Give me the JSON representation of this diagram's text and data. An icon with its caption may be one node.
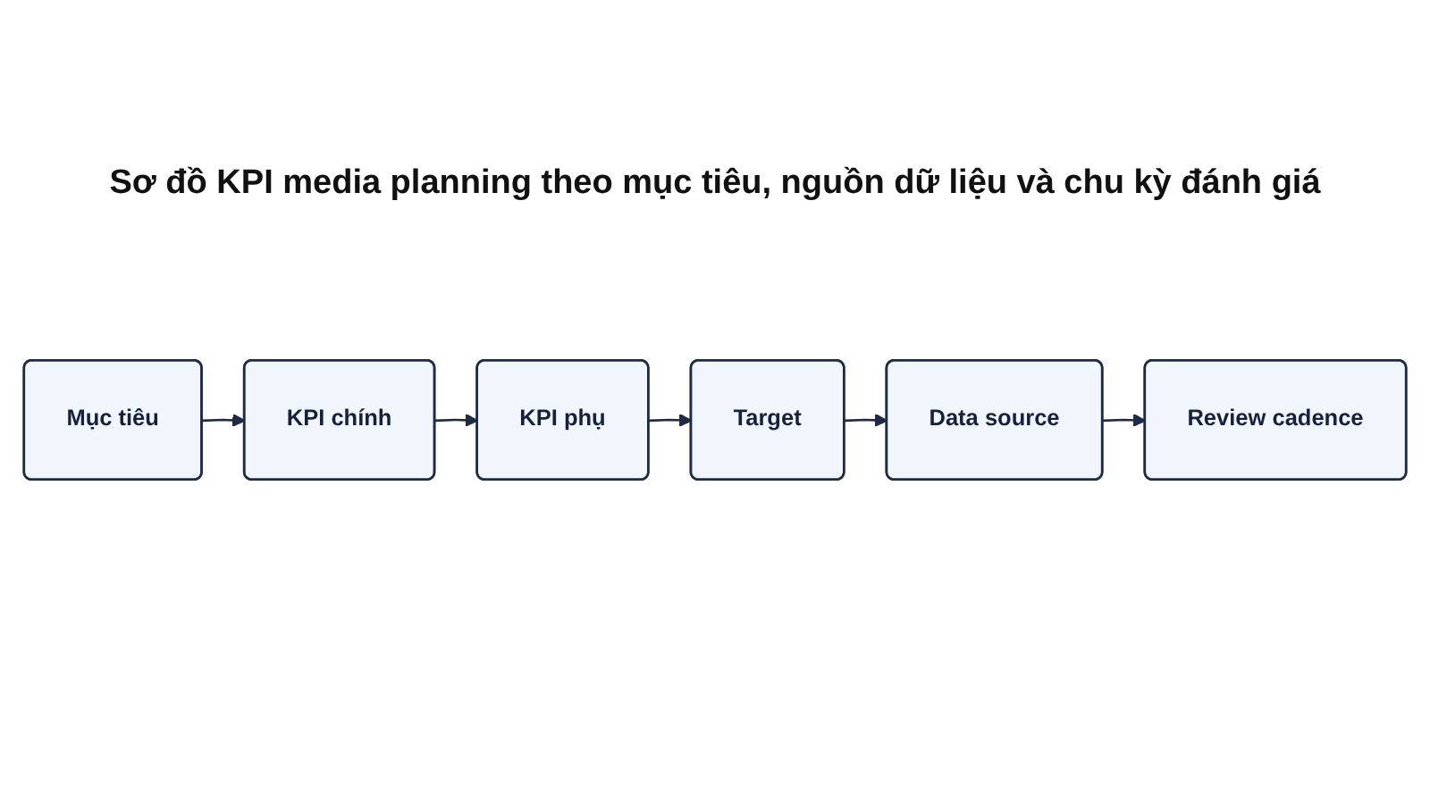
{
  "diagram": {
    "title": "Sơ đồ KPI media planning theo mục tiêu, nguồn dữ liệu và chu kỳ đánh giá",
    "nodes": [
      {
        "text": [
          "Mục tiêu"
        ]
      },
      {
        "text": [
          "KPI chính"
        ]
      },
      {
        "text": [
          "KPI phụ"
        ]
      },
      {
        "text": [
          "Target"
        ]
      },
      {
        "text": [
          "Data source"
        ]
      },
      {
        "text": [
          "Review cadence"
        ]
      }
    ],
    "edges": [
      {
        "from": 0,
        "to": 1,
        "arrow": "to"
      },
      {
        "from": 1,
        "to": 2,
        "arrow": "to"
      },
      {
        "from": 2,
        "to": 3,
        "arrow": "to"
      },
      {
        "from": 3,
        "to": 4,
        "arrow": "to"
      },
      {
        "from": 4,
        "to": 5,
        "arrow": "to"
      }
    ]
  }
}
